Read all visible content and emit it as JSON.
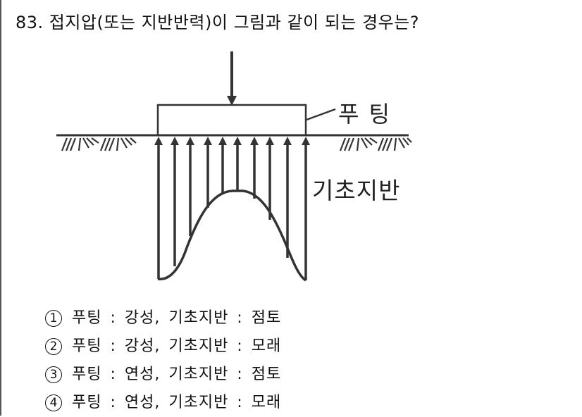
{
  "question": {
    "number": "83.",
    "title": "83. 접지압(또는 지반반력)이 그림과 같이 되는 경우는?"
  },
  "figure": {
    "labels": {
      "footing": "푸팅",
      "foundation_soil": "기초지반"
    },
    "colors": {
      "line": "#333333",
      "background": "#ffffff"
    },
    "reaction_arrows_x": [
      225,
      248,
      270,
      295,
      316,
      337,
      361,
      383,
      408,
      434
    ],
    "description": "Rigid footing on ground with a downward load; upward soil reaction arrows whose lengths form a distribution that is maximum at the edges and minimum at the center."
  },
  "choices": [
    {
      "num": "1",
      "text": "푸팅 : 강성, 기초지반 : 점토"
    },
    {
      "num": "2",
      "text": "푸팅 : 강성, 기초지반 : 모래"
    },
    {
      "num": "3",
      "text": "푸팅 : 연성, 기초지반 : 점토"
    },
    {
      "num": "4",
      "text": "푸팅 : 연성, 기초지반 : 모래"
    }
  ]
}
